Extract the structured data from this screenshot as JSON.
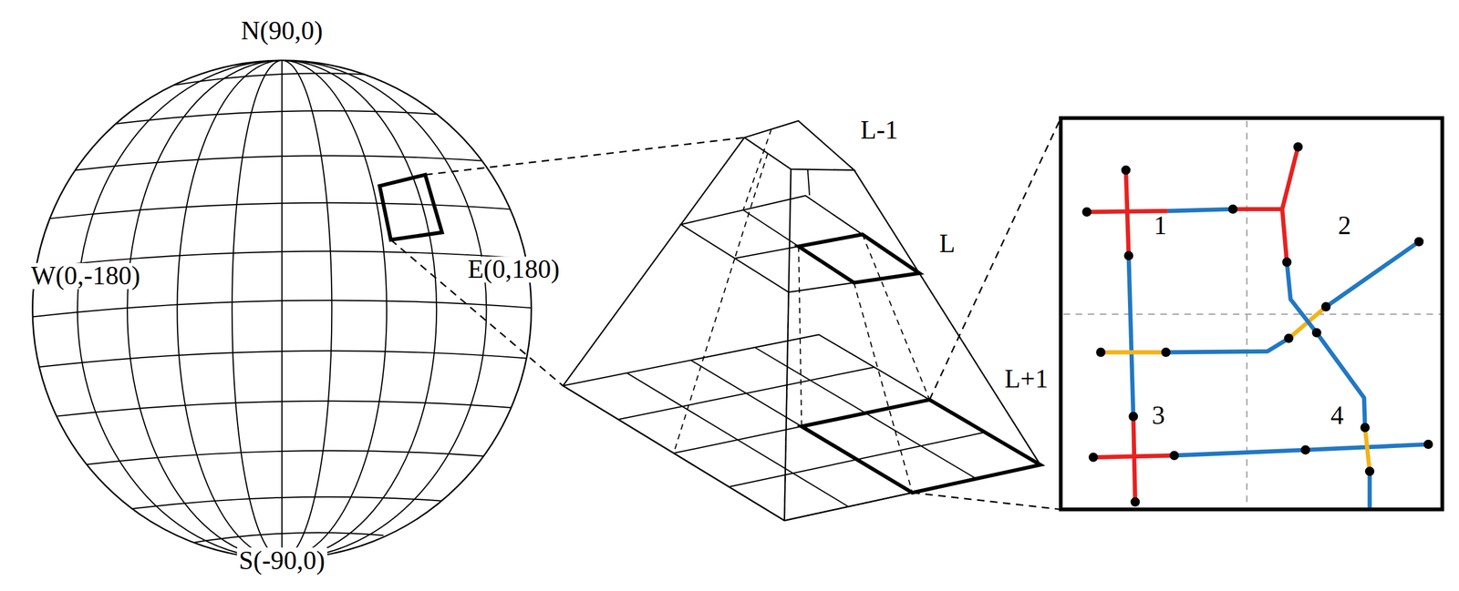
{
  "diagram": {
    "labels": [
      "N(90,0)",
      "W(0,-180)",
      "E(0,180)",
      "S(-90,0)",
      "L-1",
      "L",
      "L+1",
      "1",
      "2",
      "3",
      "4"
    ]
  }
}
